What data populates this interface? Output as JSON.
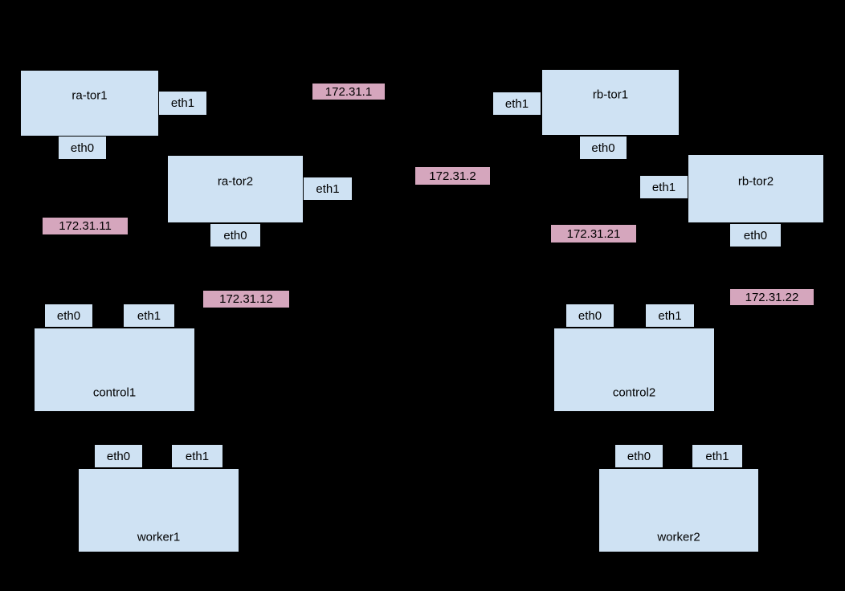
{
  "colors": {
    "background": "#000000",
    "node_fill": "#cfe2f3",
    "node_border": "#000000",
    "ip_fill": "#d5a6bd",
    "text": "#000000"
  },
  "nodes": [
    {
      "label": "ra-tor1",
      "eth0": "eth0",
      "eth1": "eth1"
    },
    {
      "label": "ra-tor2",
      "eth0": "eth0",
      "eth1": "eth1"
    },
    {
      "label": "rb-tor1",
      "eth0": "eth0",
      "eth1": "eth1"
    },
    {
      "label": "rb-tor2",
      "eth0": "eth0",
      "eth1": "eth1"
    },
    {
      "label": "control1",
      "eth0": "eth0",
      "eth1": "eth1"
    },
    {
      "label": "control2",
      "eth0": "eth0",
      "eth1": "eth1"
    },
    {
      "label": "worker1",
      "eth0": "eth0",
      "eth1": "eth1"
    },
    {
      "label": "worker2",
      "eth0": "eth0",
      "eth1": "eth1"
    }
  ],
  "ips": [
    "172.31.1",
    "172.31.2",
    "172.31.11",
    "172.31.12",
    "172.31.21",
    "172.31.22"
  ]
}
